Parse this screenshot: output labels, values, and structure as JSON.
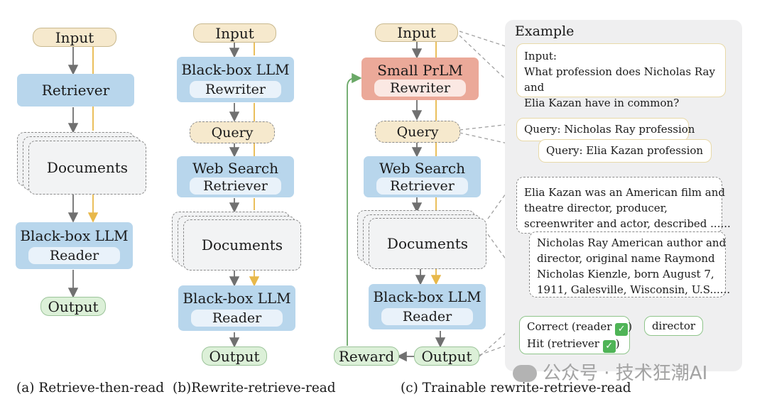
{
  "diagram": {
    "a": {
      "input": "Input",
      "retriever": "Retriever",
      "documents": "Documents",
      "llm_title": "Black-box LLM",
      "llm_sub": "Reader",
      "output": "Output",
      "caption": "(a) Retrieve-then-read"
    },
    "b": {
      "input": "Input",
      "rewriter_title": "Black-box LLM",
      "rewriter_sub": "Rewriter",
      "query": "Query",
      "search_title": "Web Search",
      "search_sub": "Retriever",
      "documents": "Documents",
      "llm_title": "Black-box LLM",
      "llm_sub": "Reader",
      "output": "Output",
      "caption": "(b)Rewrite-retrieve-read"
    },
    "c": {
      "input": "Input",
      "rewriter_title": "Small PrLM",
      "rewriter_sub": "Rewriter",
      "query": "Query",
      "search_title": "Web Search",
      "search_sub": "Retriever",
      "documents": "Documents",
      "llm_title": "Black-box LLM",
      "llm_sub": "Reader",
      "output": "Output",
      "reward": "Reward",
      "caption": "(c) Trainable rewrite-retrieve-read"
    },
    "example": {
      "title": "Example",
      "input_lines": [
        "Input:",
        "What profession does Nicholas Ray and",
        "Elia Kazan have in common?"
      ],
      "query1": "Query: Nicholas Ray profession",
      "query2": "Query: Elia Kazan profession",
      "doc1_lines": [
        "Elia Kazan was an American film and",
        "theatre director, producer,",
        "screenwriter and actor, described  ......"
      ],
      "doc2_lines": [
        "Nicholas Ray American author and",
        "director, original name Raymond",
        "Nicholas Kienzle, born August 7,",
        "1911, Galesville, Wisconsin, U.S......"
      ],
      "correct": "Correct (reader",
      "hit": "Hit (retriever",
      "check": "✓",
      "paren": ")",
      "answer": "director"
    },
    "watermark": "公众号 · 技术狂潮AI"
  },
  "colors": {
    "input": "#f6e9cd",
    "blue": "#b8d6ec",
    "red": "#eba999",
    "output": "#dcf0d8",
    "arrow_gray": "#707070",
    "arrow_yellow": "#e8b84a",
    "arrow_green": "#6aa867"
  }
}
